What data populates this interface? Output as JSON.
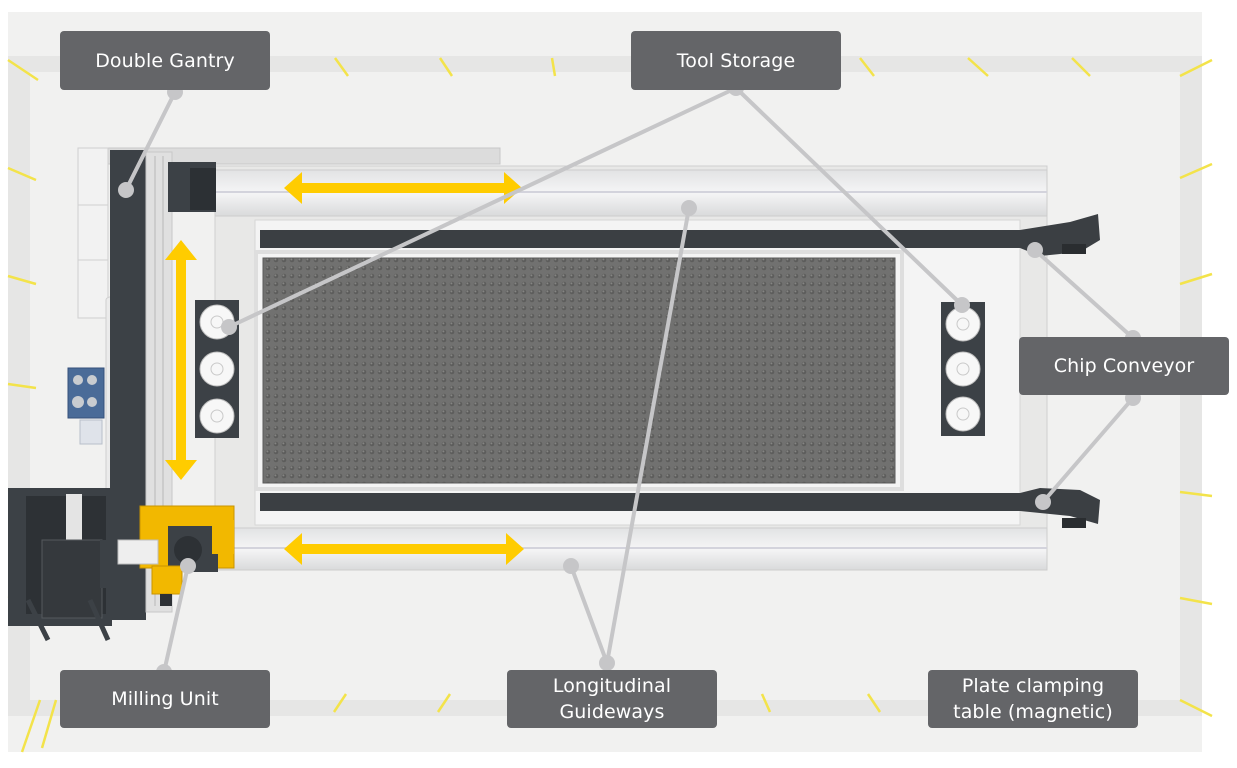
{
  "colors": {
    "label_bg": "#646568",
    "label_text": "#ffffff",
    "motion_arrow": "#ffcc00",
    "leader_line": "#c6c6c8",
    "mat_texture": "#6e6e6c",
    "machine_dark": "#3c4146",
    "accent_yellow": "#f2b800"
  },
  "labels": {
    "double_gantry": "Double Gantry",
    "tool_storage": "Tool Storage",
    "chip_conveyor": "Chip Conveyor",
    "milling_unit": "Milling Unit",
    "longitudinal_guideways": "Longitudinal\nGuideways",
    "plate_clamping_table": "Plate clamping\ntable (magnetic)"
  }
}
